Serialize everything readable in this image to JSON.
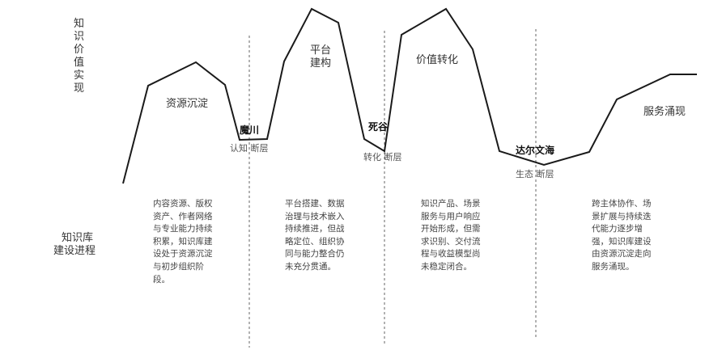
{
  "axis": {
    "y_label": "知识价值实现",
    "x_label_line1": "知识库",
    "x_label_line2": "建设进程"
  },
  "stages": [
    {
      "name": "资源沉淀"
    },
    {
      "name_line1": "平台",
      "name_line2": "建构"
    },
    {
      "name": "价值转化"
    },
    {
      "name": "服务涌现"
    }
  ],
  "gaps": [
    {
      "name": "魔川",
      "label": "认知 断层"
    },
    {
      "name": "死谷",
      "label": "转化 断层"
    },
    {
      "name": "达尔文海",
      "label": "生态 断层"
    }
  ],
  "descriptions": [
    "内容资源、版权资产、作者网络与专业能力持续积累，知识库建设处于资源沉淀与初步组织阶段。",
    "平台搭建、数据治理与技术嵌入持续推进，但战略定位、组织协同与能力整合仍未充分贯通。",
    "知识产品、场景服务与用户响应开始形成，但需求识别、交付流程与收益模型尚未稳定闭合。",
    "跨主体协作、场景扩展与持续迭代能力逐步增强，知识库建设由资源沉淀走向服务涌现。"
  ]
}
